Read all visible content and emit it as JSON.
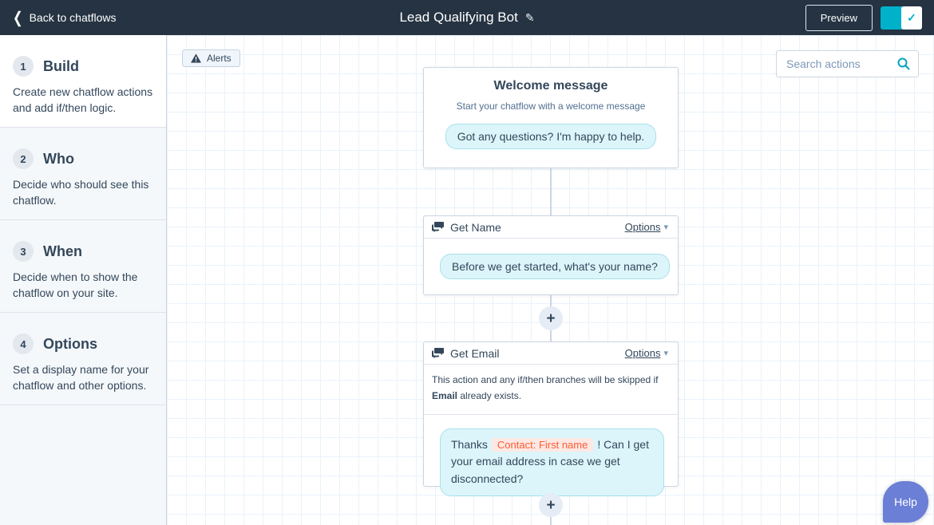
{
  "topbar": {
    "back_label": "Back to chatflows",
    "title": "Lead Qualifying Bot",
    "preview_label": "Preview",
    "toggle_state": "on"
  },
  "sidebar": {
    "steps": [
      {
        "number": "1",
        "title": "Build",
        "description": "Create new chatflow actions and add if/then logic."
      },
      {
        "number": "2",
        "title": "Who",
        "description": "Decide who should see this chatflow."
      },
      {
        "number": "3",
        "title": "When",
        "description": "Decide when to show the chatflow on your site."
      },
      {
        "number": "4",
        "title": "Options",
        "description": "Set a display name for your chatflow and other options."
      }
    ]
  },
  "canvas": {
    "alerts_label": "Alerts",
    "search_placeholder": "Search actions",
    "welcome_card": {
      "title": "Welcome message",
      "subtitle": "Start your chatflow with a welcome message",
      "message": "Got any questions? I'm happy to help."
    },
    "get_name_card": {
      "title": "Get Name",
      "options_label": "Options",
      "message": "Before we get started, what's your name?"
    },
    "get_email_card": {
      "title": "Get Email",
      "options_label": "Options",
      "note_prefix": "This action and any if/then branches will be skipped if ",
      "note_bold": "Email",
      "note_suffix": " already exists.",
      "message_prefix": "Thanks",
      "message_token": "Contact: First name",
      "message_suffix": "! Can I get your email address in case we get disconnected?"
    },
    "help_label": "Help"
  },
  "colors": {
    "topbar_bg": "#253342",
    "accent_teal": "#00b1ca",
    "navy_text": "#33475b",
    "muted_blue": "#516f90",
    "border": "#cbd6e2",
    "grid_line": "#e9f2fb",
    "bubble_bg": "#dcf5fa",
    "bubble_border": "#a6e1ec",
    "token_text": "#ff5c35",
    "token_bg": "#fde8e3",
    "help_purple": "#6b7fd7",
    "sidebar_bg": "#f5f8fa"
  }
}
